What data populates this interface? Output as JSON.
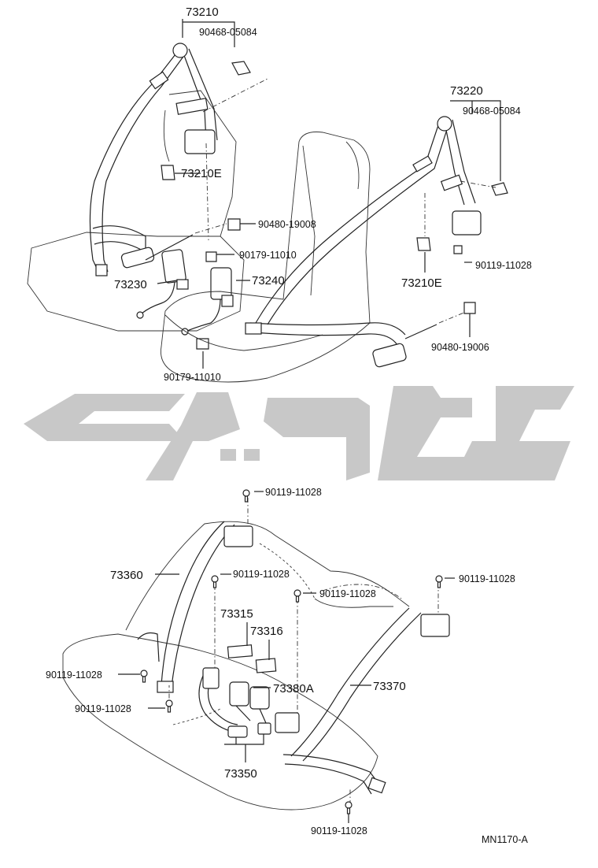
{
  "front_labels": {
    "l73210": "73210",
    "l90468_a": "90468-05084",
    "l73210e_a": "73210E",
    "l90480_19008": "90480-19008",
    "l90179_11010_a": "90179-11010",
    "l73230": "73230",
    "l73240": "73240",
    "l90179_11010_b": "90179-11010",
    "l73220": "73220",
    "l90468_b": "90468-05084",
    "l90119_11028_a": "90119-11028",
    "l73210e_b": "73210E",
    "l90480_19006": "90480-19006"
  },
  "rear_labels": {
    "l90119_11028_top": "90119-11028",
    "l73360": "73360",
    "l90119_11028_mid": "90119-11028",
    "l90119_11028_center": "90119-11028",
    "l90119_11028_right": "90119-11028",
    "l73315": "73315",
    "l73316": "73316",
    "l90119_11028_left1": "90119-11028",
    "l73380a": "73380A",
    "l73370": "73370",
    "l90119_11028_left2": "90119-11028",
    "l73350": "73350",
    "l90119_11028_bottom": "90119-11028"
  },
  "drawing_code": "MN1170-A",
  "watermark": "logo"
}
